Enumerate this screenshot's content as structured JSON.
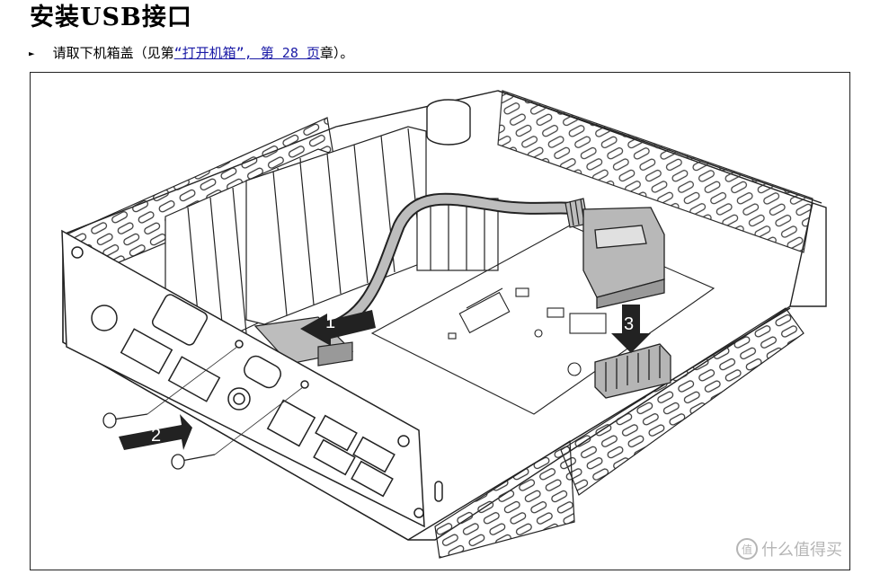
{
  "page": {
    "title": "安装USB接口",
    "instruction": {
      "bullet": "►",
      "text_before": "请取下机箱盖（见第",
      "link_text": "“打开机箱”, 第 28 页",
      "text_after": "章）。"
    }
  },
  "figure": {
    "callouts": [
      "1",
      "2",
      "3"
    ]
  },
  "watermark": {
    "icon": "值",
    "text": "什么值得买"
  }
}
